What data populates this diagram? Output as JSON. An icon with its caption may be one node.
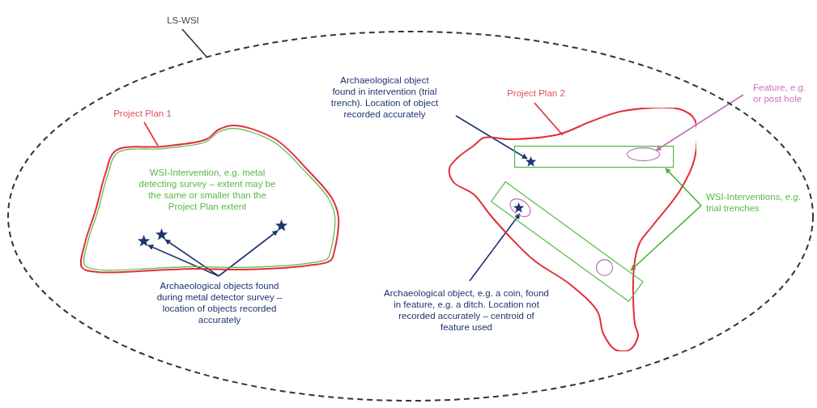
{
  "diagram": {
    "nodes": [
      {
        "text": [
          "LS-WSI"
        ]
      },
      {
        "text": [],
        "shape": "ellipse"
      },
      {
        "text": [
          "Project Plan 1"
        ],
        "in": 1
      },
      {
        "text": [],
        "shape": "outline",
        "in": 1
      },
      {
        "text": [
          "WSI-Intervention, e.g. metal detecting survey – extent may be the same or smaller than the Project Plan extent"
        ],
        "in": 3
      },
      {
        "text": [],
        "shape": "star",
        "in": 4
      },
      {
        "text": [],
        "shape": "star",
        "in": 4
      },
      {
        "text": [],
        "shape": "star",
        "in": 4
      },
      {
        "text": [
          "Archaeological objects found during metal detector survey – location of objects recorded accurately"
        ],
        "in": 1
      },
      {
        "text": [
          "Archaeological object found in intervention (trial trench). Location of object recorded accurately"
        ],
        "in": 1
      },
      {
        "text": [
          "Project Plan 2"
        ],
        "in": 1
      },
      {
        "text": [],
        "shape": "outline",
        "in": 1
      },
      {
        "text": [],
        "shape": "box",
        "in": 11
      },
      {
        "text": [],
        "shape": "star",
        "in": 12
      },
      {
        "text": [],
        "shape": "ellipse",
        "in": 12
      },
      {
        "text": [],
        "shape": "box",
        "in": 11
      },
      {
        "text": [],
        "shape": "ellipse",
        "in": 15
      },
      {
        "text": [],
        "shape": "star",
        "in": 16
      },
      {
        "text": [],
        "shape": "circle",
        "in": 15
      },
      {
        "text": [
          "Feature, e.g. or post hole"
        ]
      },
      {
        "text": [
          "WSI-Interventions, e.g. trial trenches"
        ],
        "in": 1
      },
      {
        "text": [
          "Archaeological object, e.g. a coin, found in feature, e.g. a ditch. Location not recorded accurately – centroid of feature used"
        ],
        "in": 1
      }
    ],
    "edges": [
      {
        "from": 0,
        "to": 1,
        "arrow": "none",
        "color": "#333333"
      },
      {
        "from": 2,
        "to": 3,
        "arrow": "none",
        "color": "#e0303a"
      },
      {
        "from": 8,
        "to": 5,
        "arrow": "to"
      },
      {
        "from": 8,
        "to": 6,
        "arrow": "to"
      },
      {
        "from": 8,
        "to": 7,
        "arrow": "to"
      },
      {
        "from": 9,
        "to": 13,
        "arrow": "to"
      },
      {
        "from": 10,
        "to": 11,
        "arrow": "none",
        "color": "#e0303a"
      },
      {
        "from": 19,
        "to": 14,
        "arrow": "to",
        "color": "#c070c0"
      },
      {
        "from": 20,
        "to": 12,
        "arrow": "to",
        "color": "#4cae3c"
      },
      {
        "from": 20,
        "to": 15,
        "arrow": "to",
        "color": "#4cae3c"
      },
      {
        "from": 21,
        "to": 17,
        "arrow": "to"
      }
    ]
  }
}
